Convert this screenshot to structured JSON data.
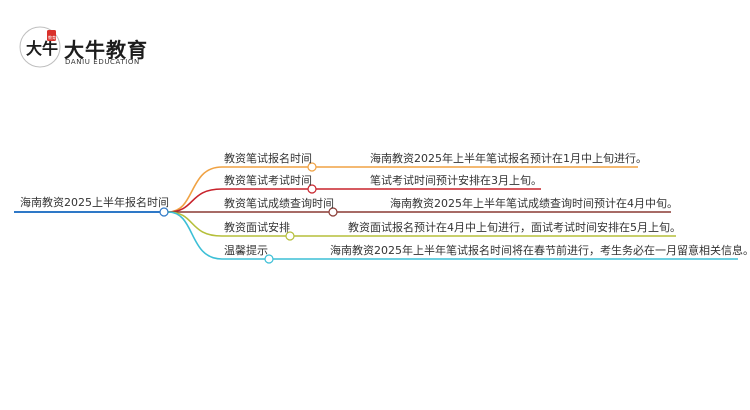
{
  "logo": {
    "name_cn": "大牛教育",
    "name_en": "DANIU EDUCATION",
    "glyph": "大牛",
    "seal": "教育",
    "colors": {
      "ink": "#1c1c1c",
      "seal": "#d9312b"
    }
  },
  "mindmap": {
    "root": {
      "label": "海南教资2025上半年报名时间",
      "color": "#2e78c7"
    },
    "branches": [
      {
        "label": "教资笔试报名时间",
        "detail": "海南教资2025年上半年笔试报名预计在1月中上旬进行。",
        "color": "#f0a243"
      },
      {
        "label": "教资笔试考试时间",
        "detail": "笔试考试时间预计安排在3月上旬。",
        "color": "#c8232c"
      },
      {
        "label": "教资笔试成绩查询时间",
        "detail": "海南教资2025年上半年笔试成绩查询时间预计在4月中旬。",
        "color": "#8a3a34"
      },
      {
        "label": "教资面试安排",
        "detail": "教资面试报名预计在4月中上旬进行，面试考试时间安排在5月上旬。",
        "color": "#b5bf3a"
      },
      {
        "label": "温馨提示",
        "detail": "海南教资2025年上半年笔试报名时间将在春节前进行，考生务必在一月留意相关信息。",
        "color": "#3cbfd6"
      }
    ]
  }
}
